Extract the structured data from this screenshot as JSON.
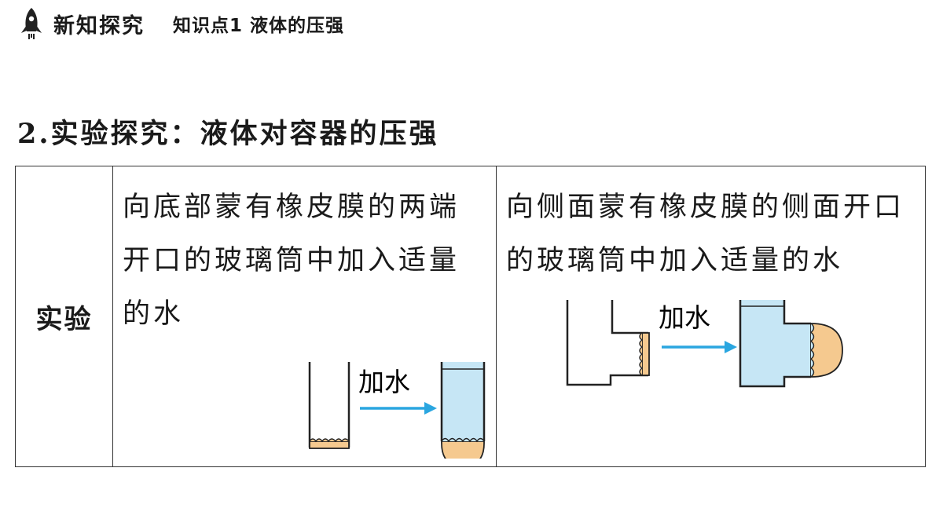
{
  "header": {
    "section": "新知探究",
    "topic": "知识点1  液体的压强"
  },
  "heading": "2.实验探究：液体对容器的压强",
  "table": {
    "label": "实验",
    "col1": {
      "text": "向底部蒙有橡皮膜的两端开口的玻璃筒中加入适量的水",
      "arrow_label": "加水"
    },
    "col2": {
      "text": "向侧面蒙有橡皮膜的侧面开口的玻璃筒中加入适量的水",
      "arrow_label": "加水"
    }
  },
  "colors": {
    "water": "#c6e6f5",
    "membrane": "#f5c98f",
    "arrow": "#2aa6e0",
    "line": "#222222"
  }
}
